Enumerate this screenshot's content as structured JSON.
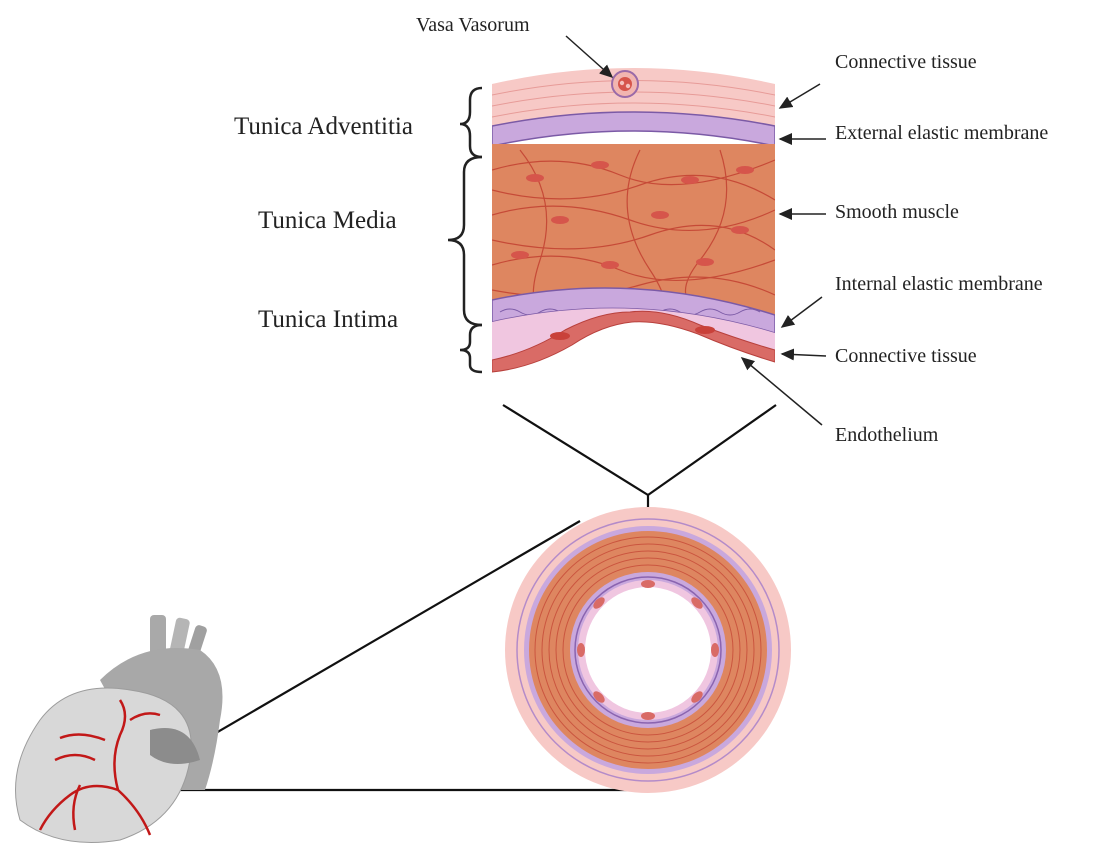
{
  "labels": {
    "vasa_vasorum": "Vasa Vasorum",
    "connective_tissue_outer": "Connective tissue",
    "external_elastic_membrane": "External elastic membrane",
    "smooth_muscle": "Smooth muscle",
    "internal_elastic_membrane": "Internal elastic membrane",
    "connective_tissue_inner": "Connective tissue",
    "endothelium": "Endothelium",
    "tunica_adventitia": "Tunica Adventitia",
    "tunica_media": "Tunica Media",
    "tunica_intima": "Tunica Intima"
  },
  "colors": {
    "adventitia": "#f7c9c6",
    "elastic": "#c9a8dd",
    "media": "#de8660",
    "muscle_line": "#c64a37",
    "intima": "#f0c6e0",
    "endothelium": "#d96b66",
    "heart": "#d8d8d8",
    "artery": "#c21818"
  }
}
